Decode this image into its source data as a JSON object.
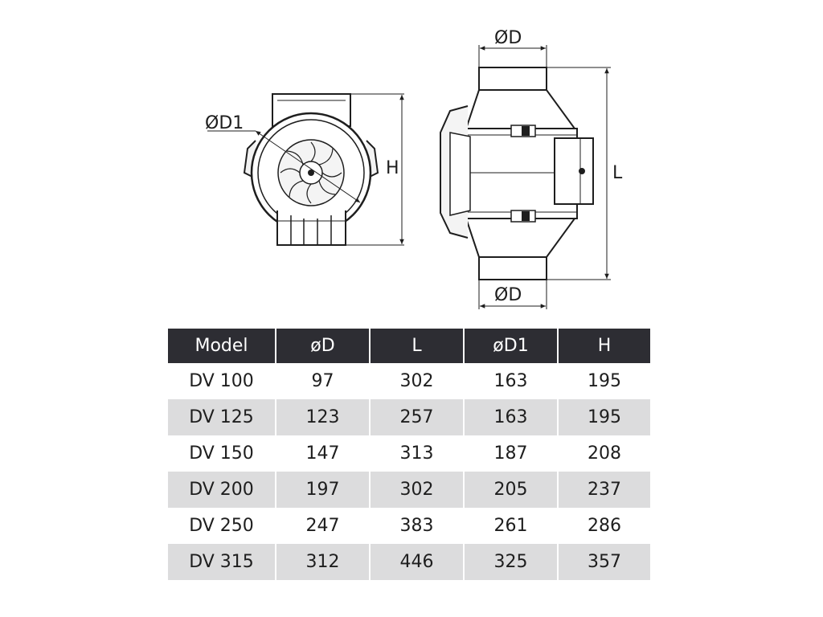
{
  "diagram": {
    "labels": {
      "d1_front": "ØD1",
      "h_front": "H",
      "d_top": "ØD",
      "d_bottom": "ØD",
      "l_side": "L"
    }
  },
  "table": {
    "headers": [
      "Model",
      "øD",
      "L",
      "øD1",
      "H"
    ],
    "rows": [
      [
        "DV 100",
        "97",
        "302",
        "163",
        "195"
      ],
      [
        "DV 125",
        "123",
        "257",
        "163",
        "195"
      ],
      [
        "DV 150",
        "147",
        "313",
        "187",
        "208"
      ],
      [
        "DV 200",
        "197",
        "302",
        "205",
        "237"
      ],
      [
        "DV 250",
        "247",
        "383",
        "261",
        "286"
      ],
      [
        "DV 315",
        "312",
        "446",
        "325",
        "357"
      ]
    ]
  },
  "colors": {
    "header_bg": "#2d2d33",
    "header_text": "#ffffff",
    "row_alt_bg": "#dcdcdd",
    "line": "#1e1e1e"
  }
}
